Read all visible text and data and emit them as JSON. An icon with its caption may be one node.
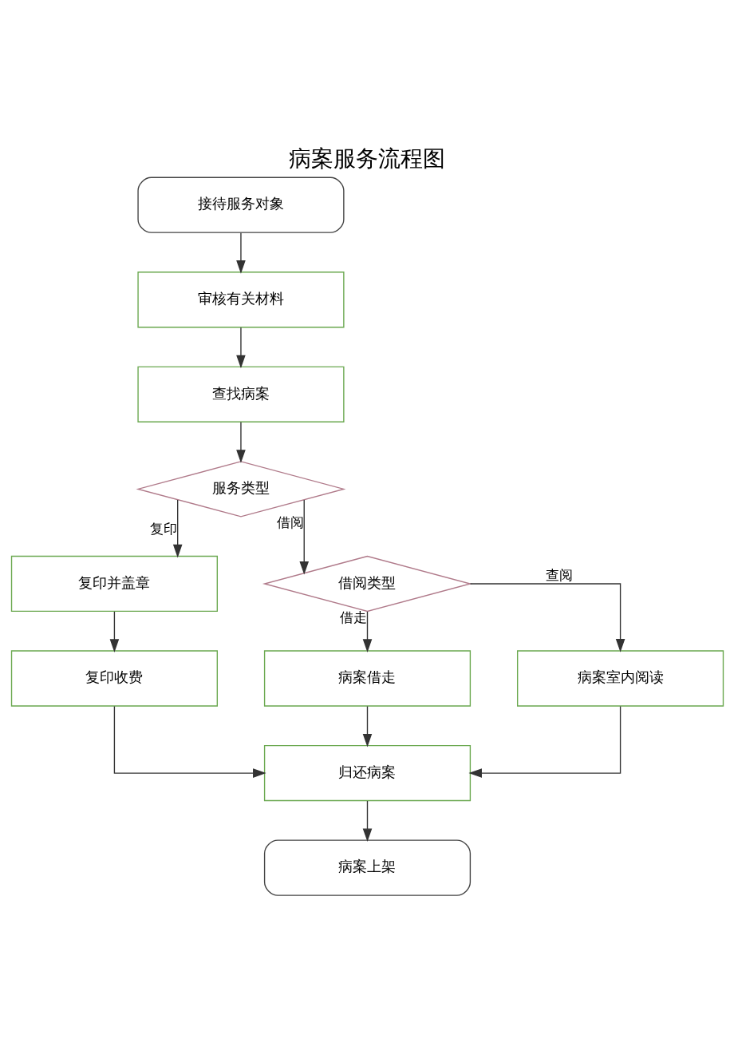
{
  "diagram": {
    "title": "病案服务流程图",
    "nodes": [
      {
        "text": [
          "接待服务对象"
        ]
      },
      {
        "text": [
          "审核有关材料"
        ]
      },
      {
        "text": [
          "查找病案"
        ]
      },
      {
        "text": [
          "服务类型"
        ]
      },
      {
        "text": [
          "复印并盖章"
        ]
      },
      {
        "text": [
          "借阅类型"
        ]
      },
      {
        "text": [
          "复印收费"
        ]
      },
      {
        "text": [
          "病案借走"
        ]
      },
      {
        "text": [
          "病案室内阅读"
        ]
      },
      {
        "text": [
          "归还病案"
        ]
      },
      {
        "text": [
          "病案上架"
        ]
      }
    ],
    "edges": [
      {
        "from": 0,
        "to": 1,
        "arrow": "to"
      },
      {
        "from": 1,
        "to": 2,
        "arrow": "to"
      },
      {
        "from": 2,
        "to": 3,
        "arrow": "to"
      },
      {
        "from": 3,
        "to": 4,
        "arrow": "to",
        "label": "复印"
      },
      {
        "from": 3,
        "to": 5,
        "arrow": "to",
        "label": "借阅"
      },
      {
        "from": 5,
        "to": 7,
        "arrow": "to",
        "label": "借走"
      },
      {
        "from": 5,
        "to": 8,
        "arrow": "to",
        "label": "查阅"
      },
      {
        "from": 4,
        "to": 6,
        "arrow": "to"
      },
      {
        "from": 6,
        "to": 9,
        "arrow": "to"
      },
      {
        "from": 7,
        "to": 9,
        "arrow": "to"
      },
      {
        "from": 8,
        "to": 9,
        "arrow": "to"
      },
      {
        "from": 9,
        "to": 10,
        "arrow": "to"
      }
    ]
  }
}
